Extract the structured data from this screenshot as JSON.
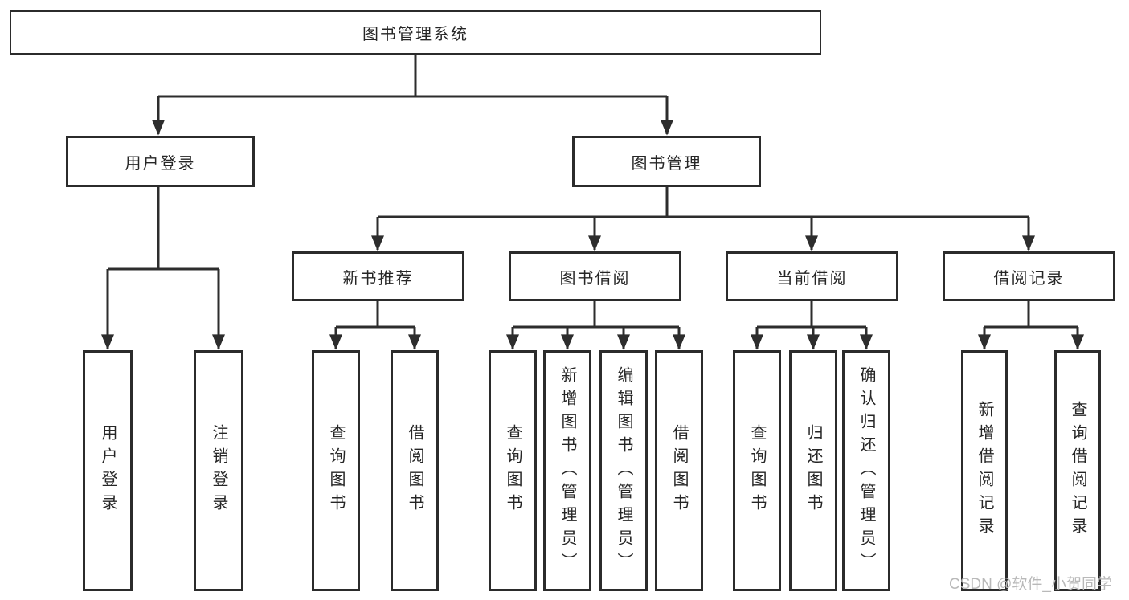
{
  "diagram": {
    "title": "图书管理系统",
    "root": "图书管理系统",
    "level2": [
      "用户登录",
      "图书管理"
    ],
    "level3": [
      "新书推荐",
      "图书借阅",
      "当前借阅",
      "借阅记录"
    ],
    "leaves": {
      "user_login": [
        "用户登录",
        "注销登录"
      ],
      "new_books": [
        "查询图书",
        "借阅图书"
      ],
      "book_borrow": [
        "查询图书",
        "新增图书（管理员）",
        "编辑图书（管理员）",
        "借阅图书"
      ],
      "current_borrow": [
        "查询图书",
        "归还图书",
        "确认归还（管理员）"
      ],
      "borrow_records": [
        "新增借阅记录",
        "查询借阅记录"
      ]
    },
    "watermark": "CSDN @软件_小贺同学",
    "colors": {
      "line": "#2d2d2d",
      "border": "#2b2b2b",
      "text": "#262626",
      "watermark": "#b9b9b9",
      "background": "#ffffff"
    }
  }
}
